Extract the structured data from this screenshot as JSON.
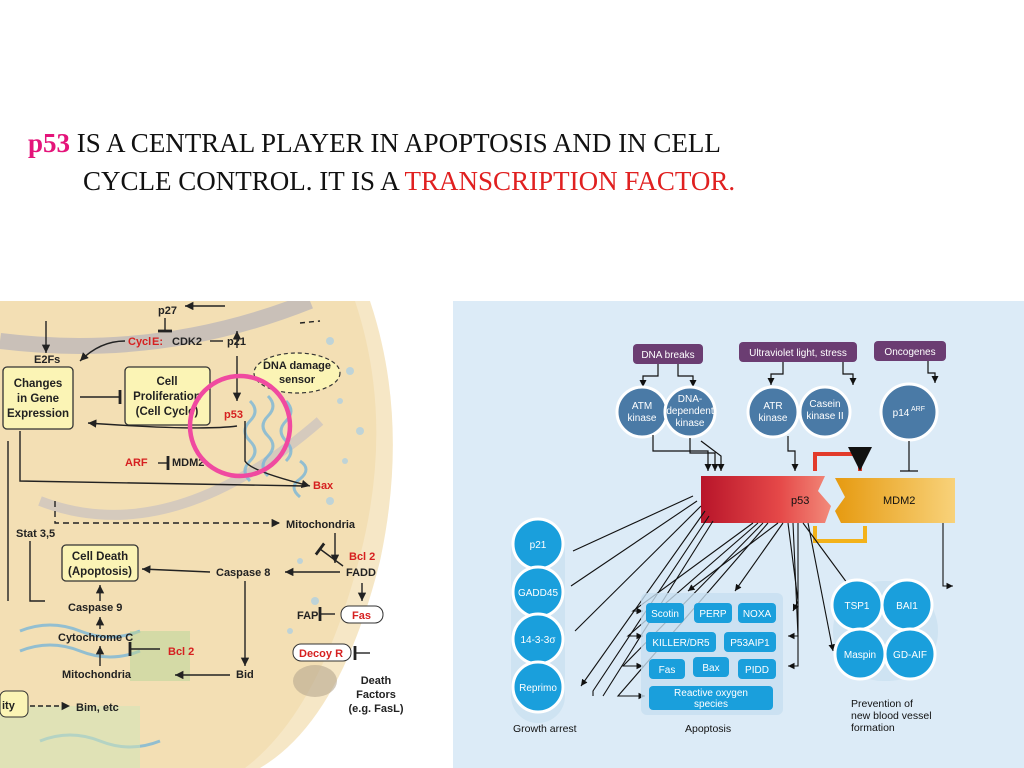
{
  "slide": {
    "title_p53": "p53",
    "title_line1": " IS A CENTRAL PLAYER IN  APOPTOSIS AND IN CELL",
    "title_line2": "CYCLE CONTROL. IT IS A ",
    "title_tf": "TRANSCRIPTION FACTOR."
  },
  "left_diagram": {
    "p27": "p27",
    "e2fs": "E2Fs",
    "cycl": "Cycl",
    "cyc_e": " E:",
    "cdk2": "CDK2",
    "p21": "p21",
    "changes": [
      "Changes",
      "in Gene",
      "Expression"
    ],
    "cell_prolif": [
      "Cell",
      "Proliferation",
      "(Cell Cycle)"
    ],
    "dna_damage": [
      "DNA damage",
      "sensor"
    ],
    "p53": "p53",
    "arf": "ARF",
    "mdm2": "MDM2",
    "bax": "Bax",
    "stat": "Stat 3,5",
    "mitochondria1": "Mitochondria",
    "bcl2_a": "Bcl 2",
    "cell_death": [
      "Cell Death",
      "(Apoptosis)"
    ],
    "caspase8": "Caspase 8",
    "fadd": "FADD",
    "caspase9": "Caspase 9",
    "fap": "FAP",
    "fas": "Fas",
    "cytochrome": "Cytochrome C",
    "bcl2_b": "Bcl 2",
    "decoy": "Decoy R",
    "mitochondria2": "Mitochondria",
    "bid": "Bid",
    "ity": "ity",
    "bim": "Bim, etc",
    "death_factors": [
      "Death",
      "Factors",
      "(e.g. FasL)"
    ],
    "circle_color": "#f04aa0"
  },
  "right_diagram": {
    "inputs": [
      "DNA breaks",
      "Ultraviolet light, stress",
      "Oncogenes"
    ],
    "kinases": [
      [
        "ATM",
        "kinase"
      ],
      [
        "DNA-",
        "dependent",
        "kinase"
      ],
      [
        "ATR",
        "kinase"
      ],
      [
        "Casein",
        "kinase II"
      ]
    ],
    "p14": "p14",
    "p14_sup": "ARF",
    "p53": "p53",
    "mdm2": "MDM2",
    "growth_arrest_items": [
      "p21",
      "GADD45",
      "14-3-3σ",
      "Reprimo"
    ],
    "apoptosis_items": [
      "Scotin",
      "PERP",
      "NOXA",
      "KILLER/DR5",
      "P53AIP1",
      "Fas",
      "Bax",
      "PIDD"
    ],
    "ros": [
      "Reactive oxygen",
      "species"
    ],
    "vessel_items": [
      "TSP1",
      "BAI1",
      "Maspin",
      "GD-AIF"
    ],
    "captions": {
      "growth_arrest": "Growth arrest",
      "apoptosis": "Apoptosis",
      "prevention": [
        "Prevention of",
        "new blood vessel",
        "formation"
      ]
    },
    "colors": {
      "background": "#dcebf7",
      "bubble": "#1a9fdc",
      "kinase": "#4a7aa6",
      "input_box": "#6b3d72",
      "p53_bar": "#d62d2d",
      "mdm2_bar": "#f3b21a"
    }
  }
}
